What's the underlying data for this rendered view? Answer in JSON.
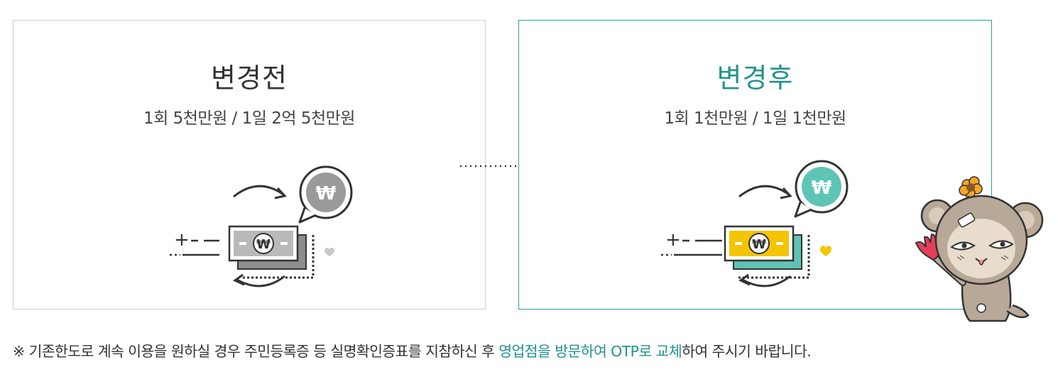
{
  "colors": {
    "accent": "#1f938c",
    "border_before": "#cfcfcf",
    "border_after": "#2d9f98",
    "gray_coin": "#9a9a9a",
    "teal_coin": "#5ec4b6",
    "gold_bill": "#f5c400",
    "heart_before": "#c8c8c8",
    "heart_after": "#f5c400"
  },
  "before": {
    "title": "변경전",
    "limits": "1회  5천만원 / 1일  2억 5천만원",
    "coin_symbol": "₩",
    "bill_symbol": "₩",
    "plus": "+"
  },
  "after": {
    "title": "변경후",
    "limits": "1회  1천만원  / 1일  1천만원",
    "coin_symbol": "₩",
    "bill_symbol": "₩",
    "plus": "+"
  },
  "notice": {
    "prefix": "※  기존한도로 계속 이용을 원하실 경우 주민등록증 등 실명확인증표를 지참하신 후 ",
    "highlight_1": "영업점을 방문하여 OTP로 교체",
    "suffix": "하여 주시기 바랍니다."
  },
  "icons": [
    "coin-icon",
    "bill-icon",
    "cycle-arrow-icon",
    "heart-icon",
    "chevron-right-icon",
    "mascot-character"
  ]
}
